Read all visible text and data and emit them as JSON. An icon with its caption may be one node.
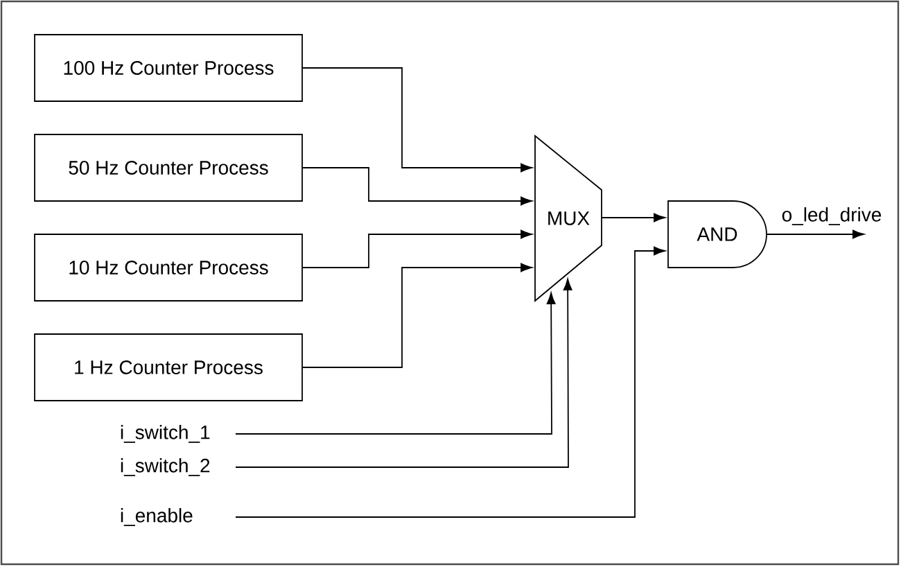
{
  "diagram": {
    "nodes": [
      {
        "text": [
          "100 Hz Counter Process"
        ]
      },
      {
        "text": [
          "50 Hz Counter Process"
        ]
      },
      {
        "text": [
          "10 Hz Counter Process"
        ]
      },
      {
        "text": [
          "1 Hz Counter Process"
        ]
      },
      {
        "text": [
          "MUX"
        ]
      },
      {
        "text": [
          "AND"
        ]
      },
      {
        "text": [
          "i_switch_1"
        ]
      },
      {
        "text": [
          "i_switch_2"
        ]
      },
      {
        "text": [
          "i_enable"
        ]
      }
    ],
    "edges": [
      {
        "from": 0,
        "to": 4,
        "arrow": "to"
      },
      {
        "from": 1,
        "to": 4,
        "arrow": "to"
      },
      {
        "from": 2,
        "to": 4,
        "arrow": "to"
      },
      {
        "from": 3,
        "to": 4,
        "arrow": "to"
      },
      {
        "from": 6,
        "to": 4,
        "arrow": "to"
      },
      {
        "from": 7,
        "to": 4,
        "arrow": "to"
      },
      {
        "from": 4,
        "to": 5,
        "arrow": "to"
      },
      {
        "from": 8,
        "to": 5,
        "arrow": "to"
      },
      {
        "from": 5,
        "to": null,
        "arrow": "to",
        "label": "o_led_drive"
      }
    ]
  }
}
